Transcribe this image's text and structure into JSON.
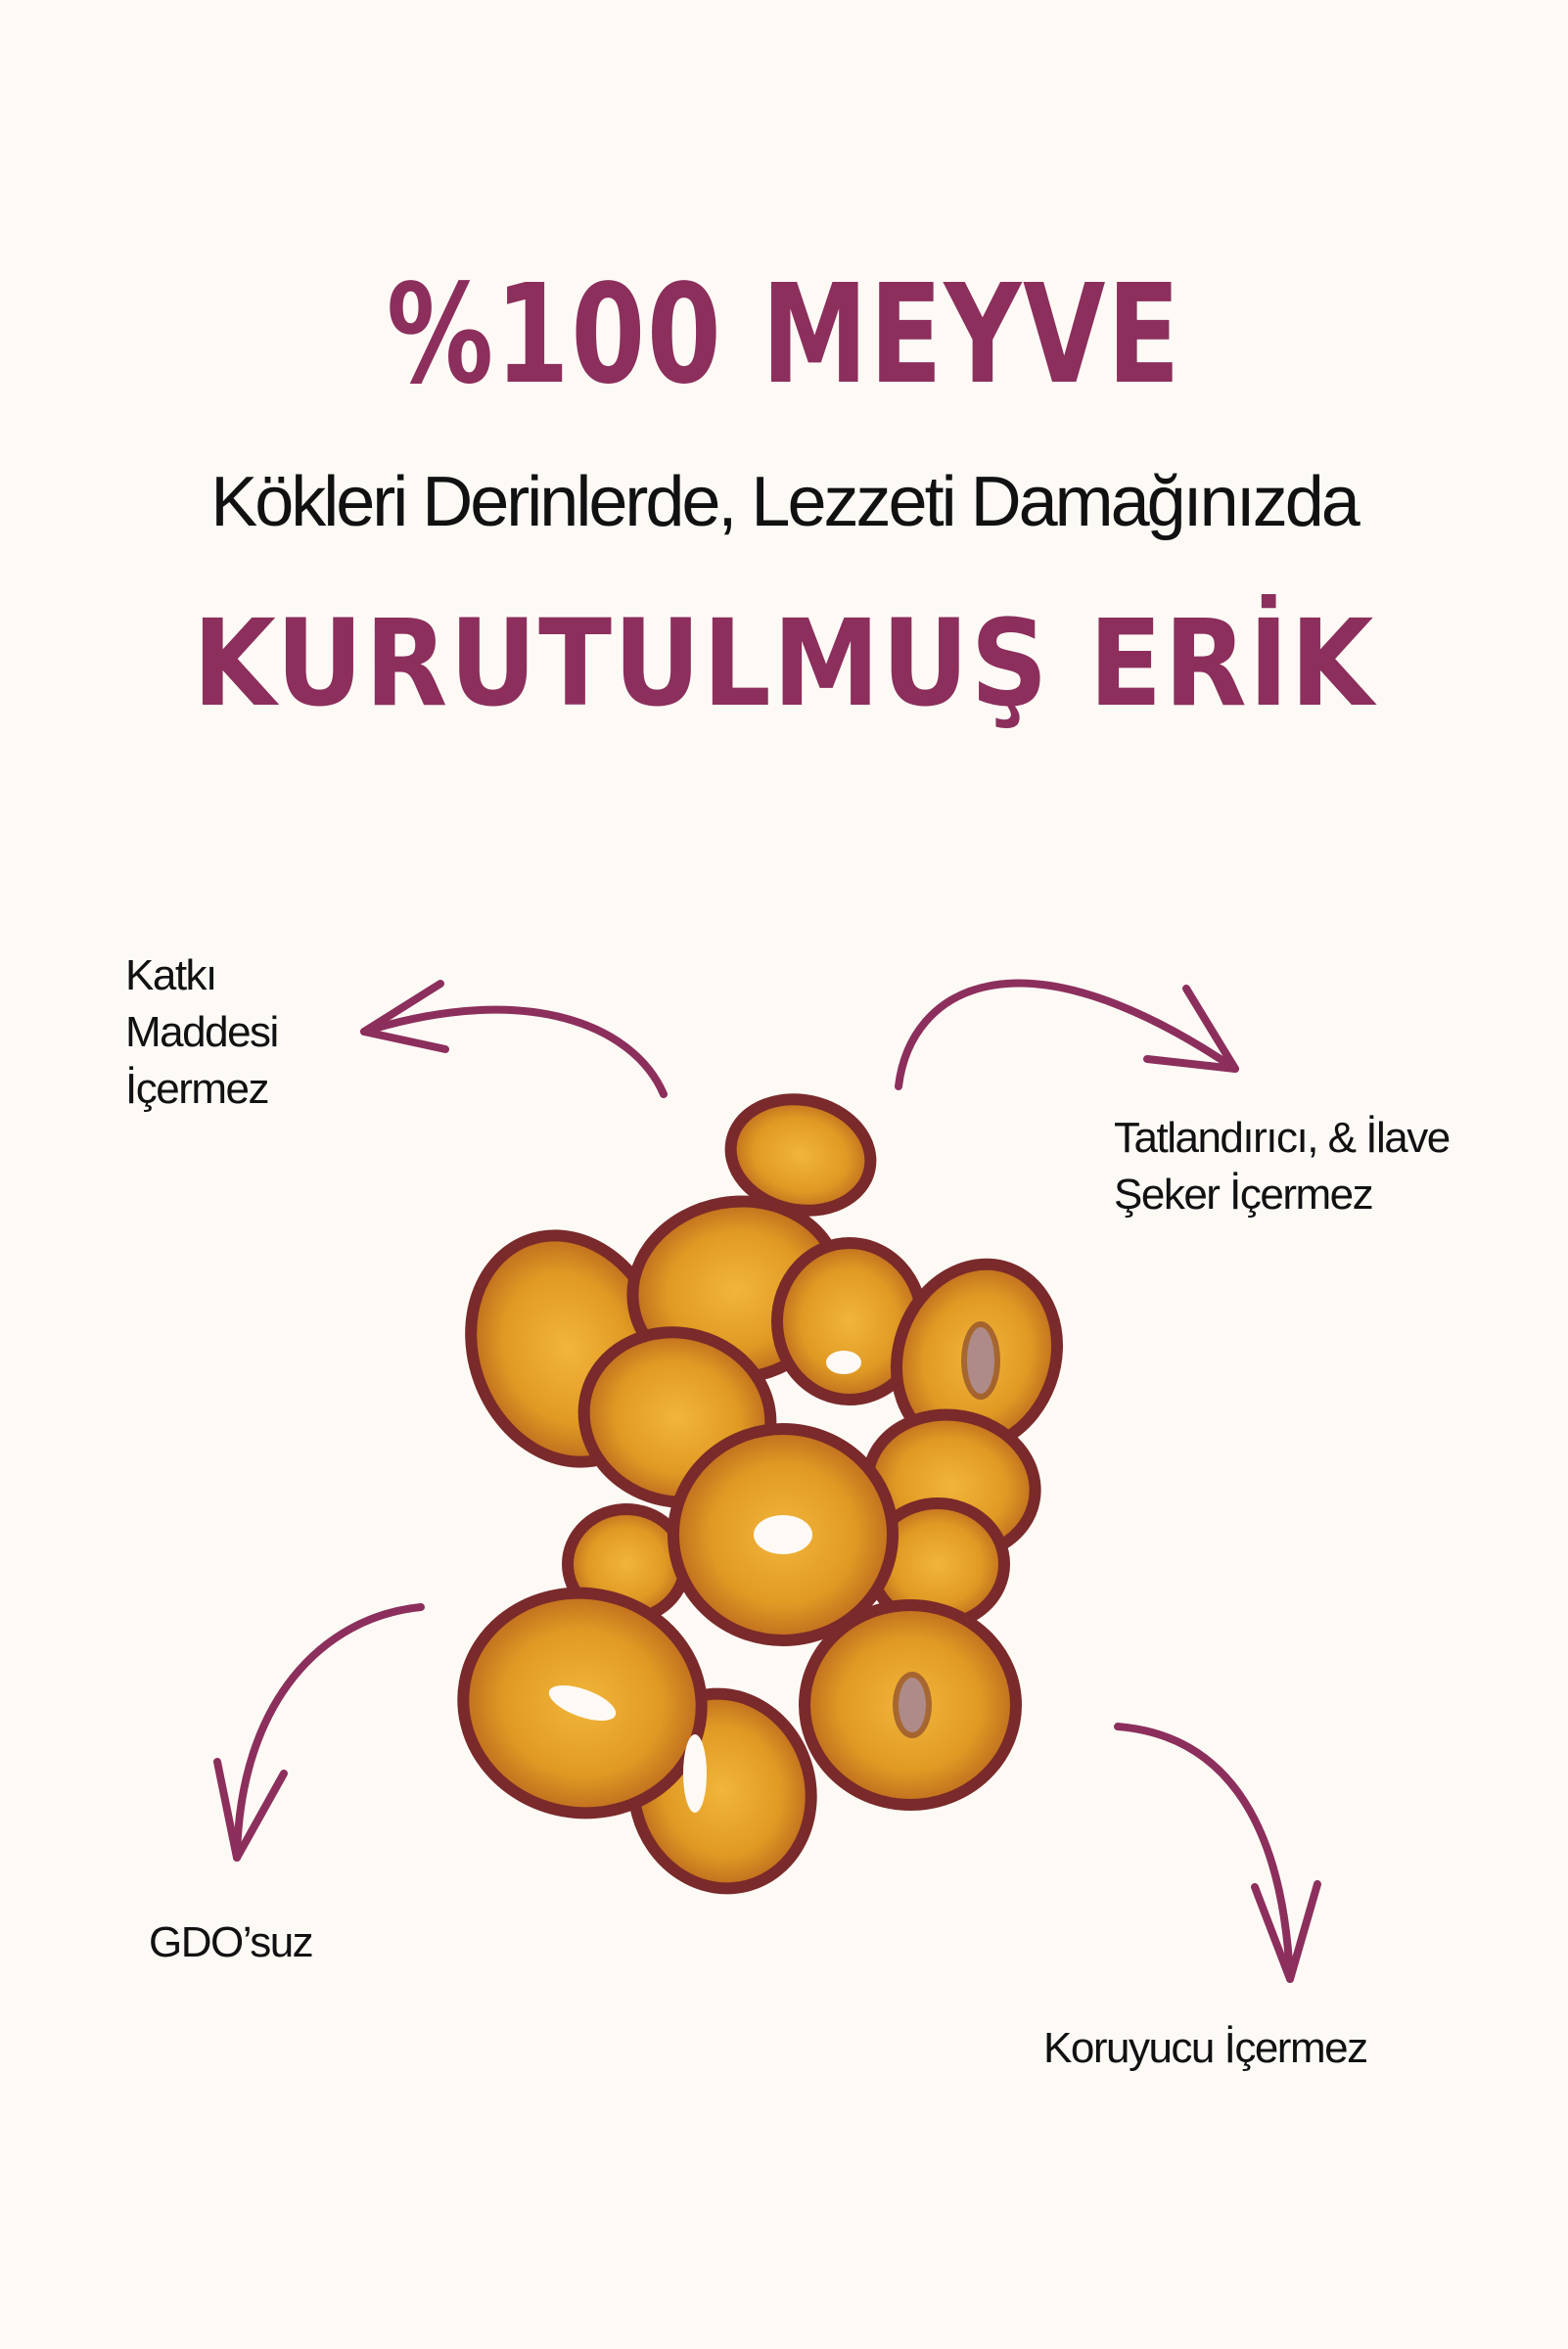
{
  "headline": "%100 MEYVE",
  "subtitle": "Kökleri Derinlerde, Lezzeti Damağınızda",
  "product_name": "KURUTULMUŞ ERİK",
  "features": {
    "top_left_line1": "Katkı",
    "top_left_line2": "Maddesi",
    "top_left_line3": "İçermez",
    "top_right_line1": "Tatlandırıcı, & İlave",
    "top_right_line2": "Şeker İçermez",
    "bottom_left": "GDO’suz",
    "bottom_right": "Koruyucu İçermez"
  },
  "icons": {
    "arrow": "curved-arrow-icon",
    "product_image": "dried-plum-slices"
  },
  "colors": {
    "brand": "#8c2f5c",
    "background": "#fdfaf6",
    "text": "#111111"
  }
}
